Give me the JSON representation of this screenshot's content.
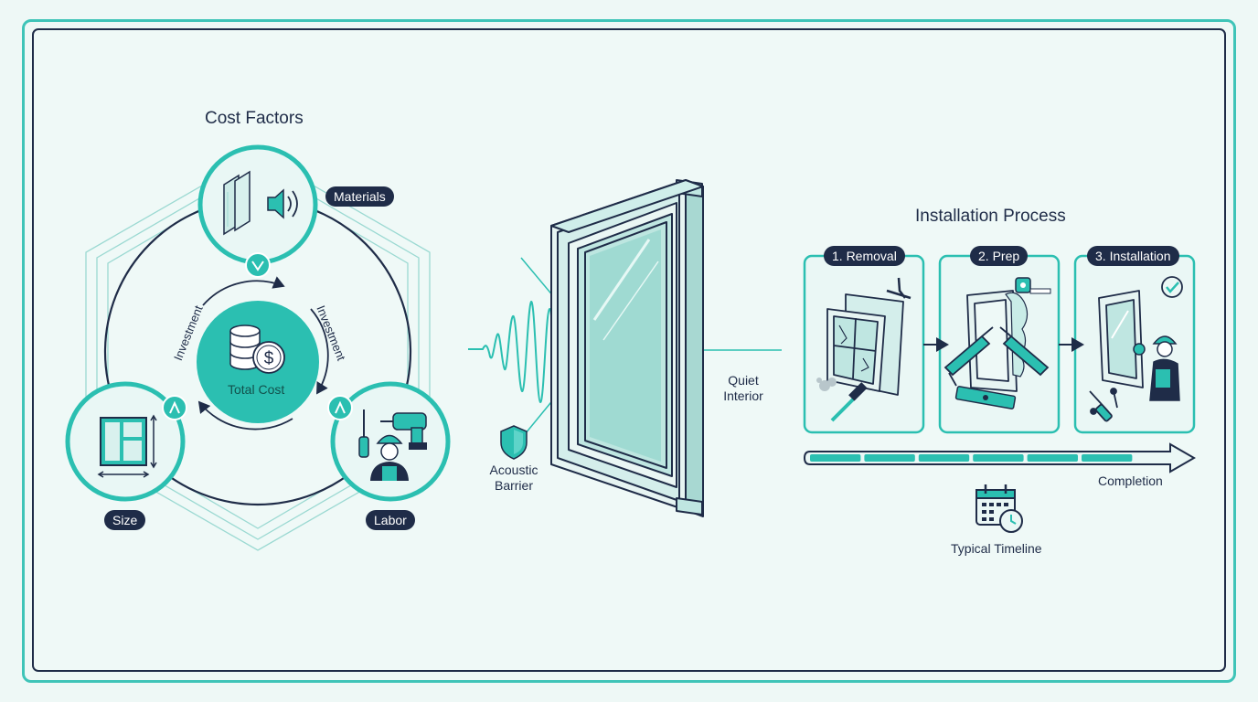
{
  "cost_factors": {
    "title": "Cost Factors",
    "center_label": "Total Cost",
    "cycle_label_left": "Investment",
    "cycle_label_right": "Investment",
    "materials": {
      "label": "Materials"
    },
    "size": {
      "label": "Size"
    },
    "labor": {
      "label": "Labor"
    }
  },
  "acoustic": {
    "barrier_label_line1": "Acoustic",
    "barrier_label_line2": "Barrier",
    "quiet_label_line1": "Quiet",
    "quiet_label_line2": "Interior"
  },
  "installation": {
    "title": "Installation Process",
    "steps": [
      {
        "label": "1. Removal"
      },
      {
        "label": "2. Prep"
      },
      {
        "label": "3. Installation"
      }
    ],
    "progress_label": "Completion",
    "progress_fraction": 0.88,
    "timeline_label": "Typical Timeline"
  },
  "colors": {
    "teal": "#2bbfb1",
    "navy": "#1f2c48",
    "background": "#eef8f6"
  }
}
